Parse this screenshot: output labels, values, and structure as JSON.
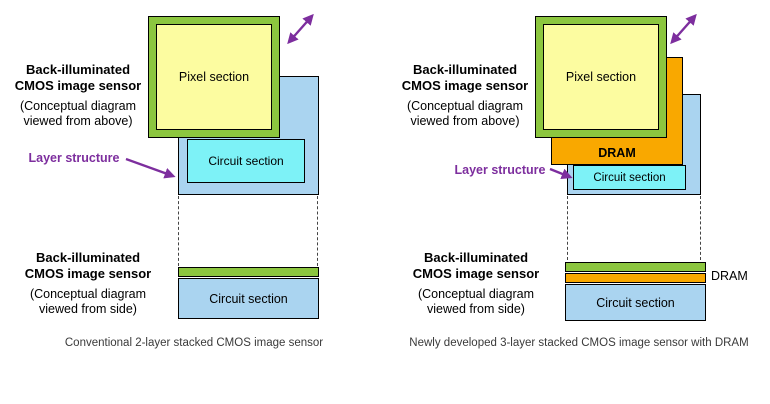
{
  "colors": {
    "frame-green": "#8CC63F",
    "pixel-yellow": "#FCFCA0",
    "host-blue": "#AAD4F0",
    "circuit-cyan": "#7DF2F7",
    "dram-orange": "#F9A800",
    "arrow-purple": "#7D2E9E"
  },
  "left": {
    "top_view": {
      "title": "Back-illuminated\nCMOS image sensor",
      "subtitle": "(Conceptual diagram\nviewed from above)",
      "layer_structure": "Layer structure",
      "pixel_section": "Pixel section",
      "circuit_section": "Circuit section"
    },
    "side_view": {
      "title": "Back-illuminated\nCMOS image sensor",
      "subtitle": "(Conceptual diagram\nviewed from side)",
      "circuit_section": "Circuit section"
    },
    "caption": "Conventional 2-layer stacked CMOS image sensor"
  },
  "right": {
    "top_view": {
      "title": "Back-illuminated\nCMOS image sensor",
      "subtitle": "(Conceptual diagram\nviewed from above)",
      "layer_structure": "Layer structure",
      "pixel_section": "Pixel section",
      "dram": "DRAM",
      "circuit_section": "Circuit section"
    },
    "side_view": {
      "title": "Back-illuminated\nCMOS image sensor",
      "subtitle": "(Conceptual diagram\nviewed from side)",
      "circuit_section": "Circuit section",
      "dram": "DRAM"
    },
    "caption": "Newly developed 3-layer stacked CMOS image sensor with DRAM"
  }
}
